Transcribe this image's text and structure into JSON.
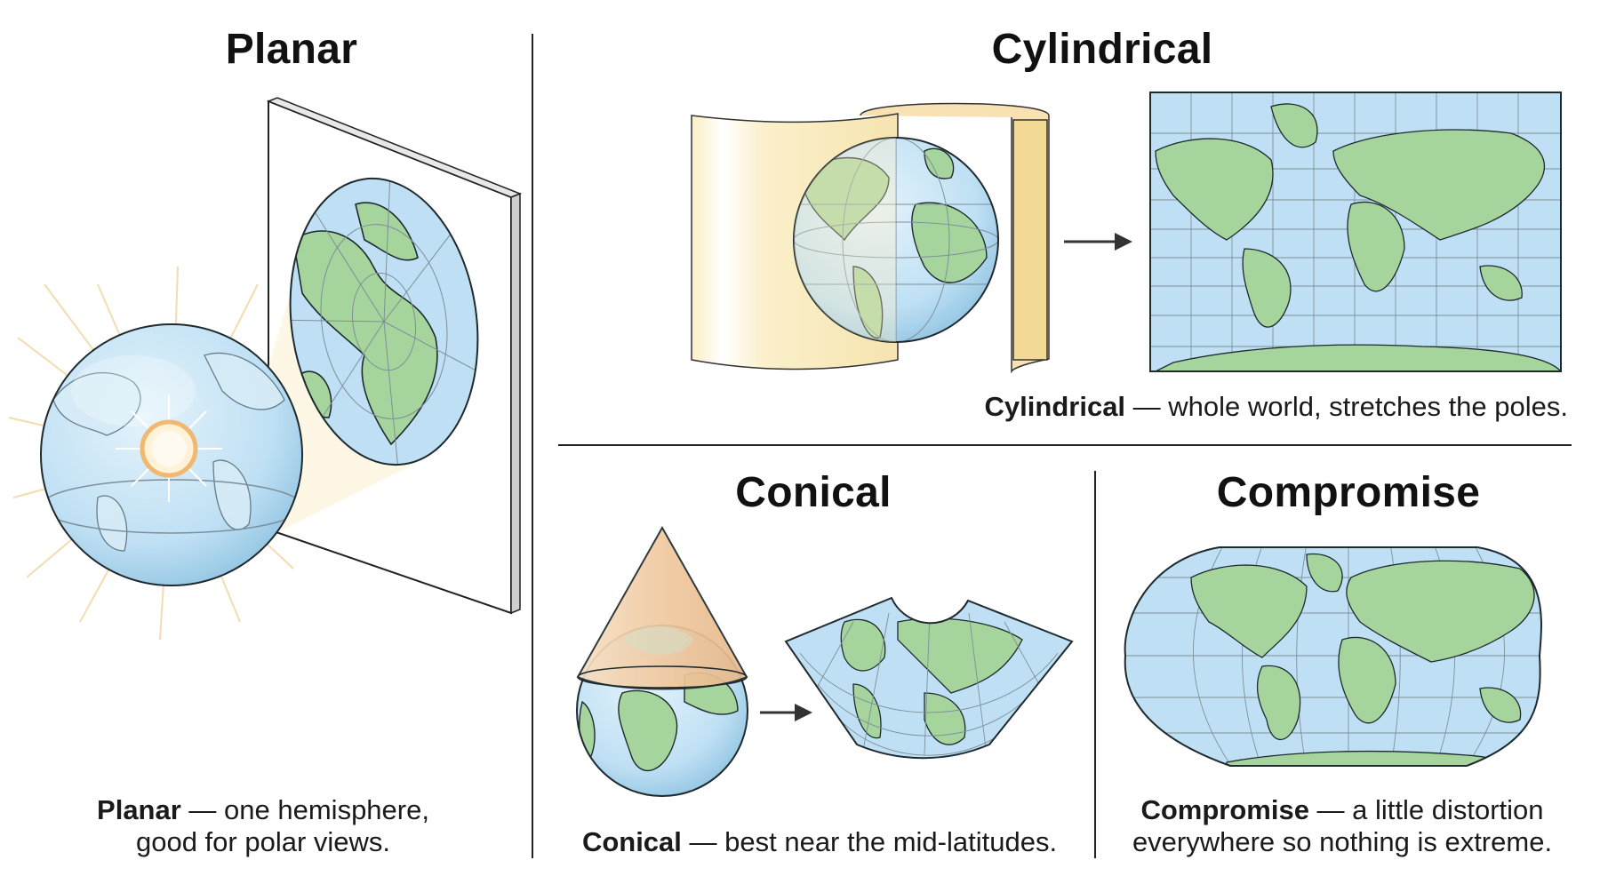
{
  "planar": {
    "title": "Planar",
    "caption_bold": "Planar",
    "caption_line1": " — one hemisphere,",
    "caption_line2": "good for polar views."
  },
  "cylindrical": {
    "title": "Cylindrical",
    "caption_bold": "Cylindrical",
    "caption_rest": " — whole world, stretches the poles."
  },
  "conical": {
    "title": "Conical",
    "caption_bold": "Conical",
    "caption_rest": " — best near the mid-latitudes."
  },
  "compromise": {
    "title": "Compromise",
    "caption_bold": "Compromise",
    "caption_line1": " — a little distortion",
    "caption_line2": "everywhere so nothing is extreme."
  },
  "colors": {
    "ocean": "#bfe0f4",
    "land": "#a6d49d",
    "outline": "#1e2a2e",
    "grid": "#7d8f99",
    "paper_cylinder": "#fbefc5",
    "paper_cone": "#f0c9a0",
    "sun": "#f3c98a",
    "arrow": "#333333"
  }
}
